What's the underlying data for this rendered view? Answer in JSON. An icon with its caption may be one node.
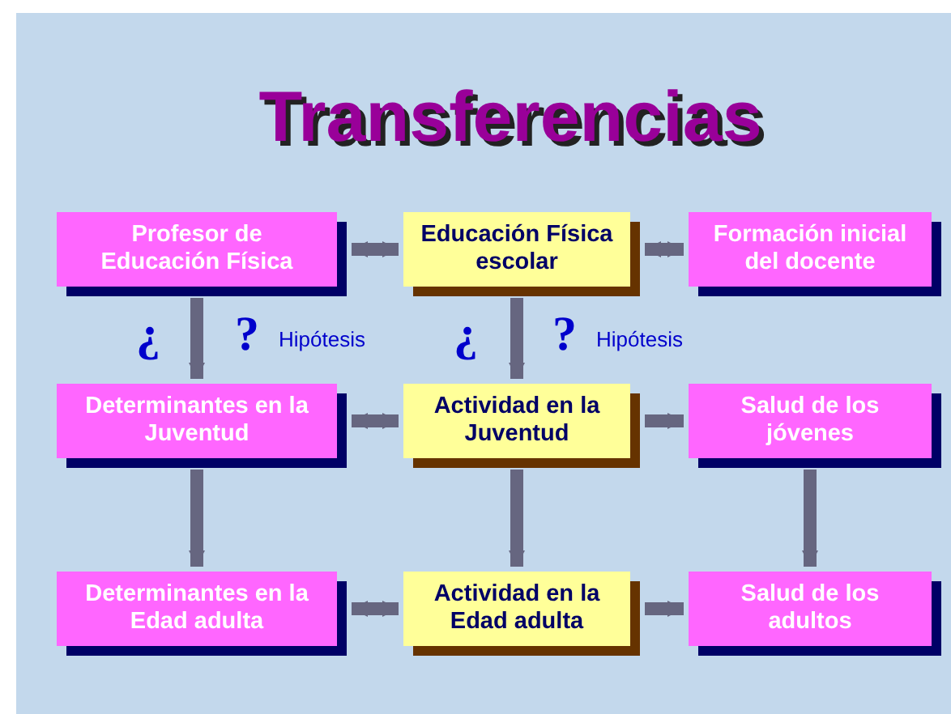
{
  "diagram": {
    "title": "Transferencias",
    "nodes": [
      {
        "text": [
          "Profesor de Educación Física"
        ]
      },
      {
        "text": [
          "Educación Física escolar"
        ]
      },
      {
        "text": [
          "Formación inicial del docente"
        ]
      },
      {
        "text": [
          "Determinantes en la Juventud"
        ]
      },
      {
        "text": [
          "Actividad en la Juventud"
        ]
      },
      {
        "text": [
          "Salud de los jóvenes"
        ]
      },
      {
        "text": [
          "Determinantes en la Edad adulta"
        ]
      },
      {
        "text": [
          "Actividad en la Edad adulta"
        ]
      },
      {
        "text": [
          "Salud de los adultos"
        ]
      }
    ],
    "edges": [
      {
        "from": 0,
        "to": 1,
        "arrow": "both"
      },
      {
        "from": 1,
        "to": 2,
        "arrow": "both"
      },
      {
        "from": 0,
        "to": 3,
        "arrow": "to"
      },
      {
        "from": 1,
        "to": 4,
        "arrow": "to"
      },
      {
        "from": 3,
        "to": 4,
        "arrow": "both"
      },
      {
        "from": 4,
        "to": 5,
        "arrow": "to"
      },
      {
        "from": 3,
        "to": 6,
        "arrow": "to"
      },
      {
        "from": 4,
        "to": 7,
        "arrow": "to"
      },
      {
        "from": 5,
        "to": 8,
        "arrow": "to"
      },
      {
        "from": 6,
        "to": 7,
        "arrow": "both"
      },
      {
        "from": 7,
        "to": 8,
        "arrow": "to"
      }
    ],
    "labels": [
      "¿",
      "?",
      "Hipótesis",
      "¿",
      "?",
      "Hipótesis"
    ]
  }
}
